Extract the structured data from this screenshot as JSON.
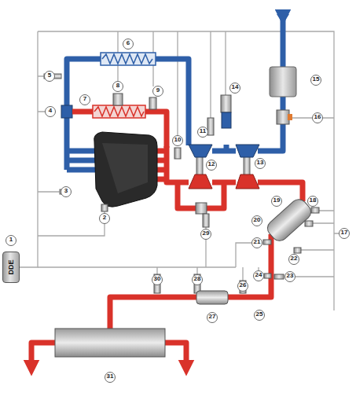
{
  "diagram": {
    "nodes": [
      {
        "text": [
          "DDE"
        ]
      }
    ],
    "labels": [
      "1",
      "2",
      "3",
      "4",
      "5",
      "6",
      "7",
      "8",
      "9",
      "10",
      "11",
      "12",
      "13",
      "14",
      "15",
      "16",
      "17",
      "18",
      "19",
      "20",
      "21",
      "22",
      "23",
      "24",
      "25",
      "26",
      "27",
      "28",
      "29",
      "30",
      "31"
    ]
  }
}
